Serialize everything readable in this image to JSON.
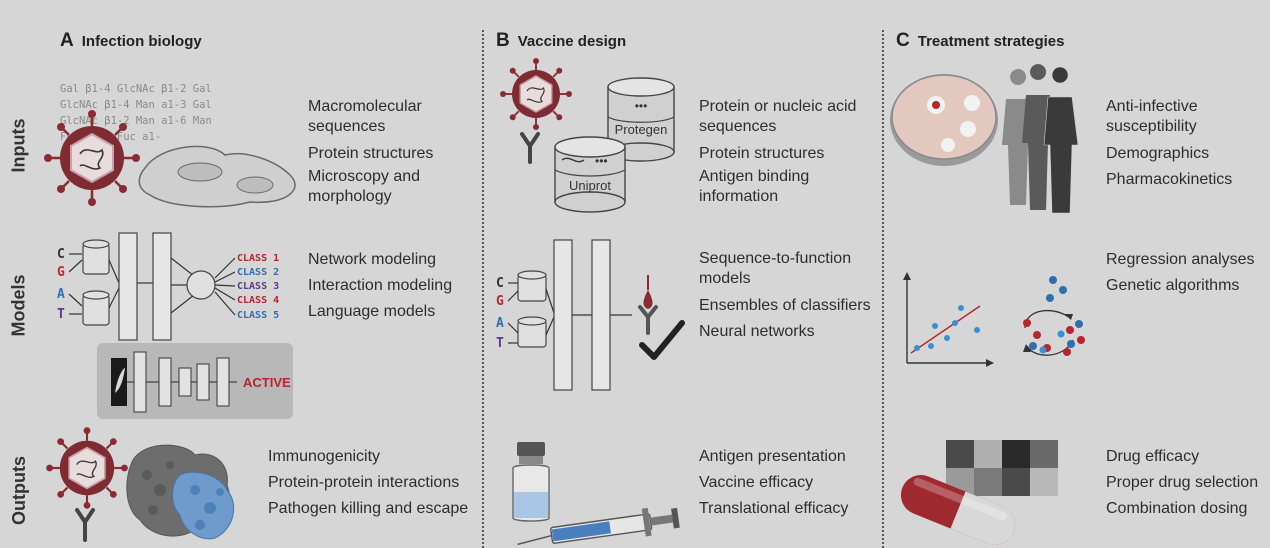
{
  "row_labels": [
    "Inputs",
    "Models",
    "Outputs"
  ],
  "columns": [
    {
      "letter": "A",
      "title": "Infection biology"
    },
    {
      "letter": "B",
      "title": "Vaccine design"
    },
    {
      "letter": "C",
      "title": "Treatment strategies"
    }
  ],
  "A": {
    "inputs": [
      "Macromolecular",
      "sequences",
      "Protein structures",
      "Microscopy and",
      "morphology"
    ],
    "models": [
      "Network modeling",
      "Interaction modeling",
      "Language models"
    ],
    "outputs": [
      "Immunogenicity",
      "Protein-protein interactions",
      "Pathogen killing and escape"
    ],
    "glycan_lines": [
      "Gal β1-4 GlcNAc β1-2 Gal",
      "GlcNAc β1-4 Man a1-3 Gal",
      "GlcNAc β1-2 Man a1-6 Man",
      "Fuc β1-4 Fuc a1-"
    ],
    "bases": [
      "C",
      "G",
      "A",
      "T"
    ],
    "classes": [
      "CLASS 1",
      "CLASS 2",
      "CLASS 3",
      "CLASS 4",
      "CLASS 5"
    ],
    "active_label": "ACTIVE"
  },
  "B": {
    "inputs": [
      "Protein or nucleic acid",
      "sequences",
      "Protein structures",
      "Antigen binding",
      "information"
    ],
    "models": [
      "Sequence-to-function",
      "models",
      "Ensembles of classifiers",
      "Neural networks"
    ],
    "outputs": [
      "Antigen presentation",
      "Vaccine efficacy",
      "Translational efficacy"
    ],
    "db_labels": [
      "Protegen",
      "Uniprot"
    ],
    "bases": [
      "C",
      "G",
      "A",
      "T"
    ]
  },
  "C": {
    "inputs": [
      "Anti-infective",
      "susceptibility",
      "Demographics",
      "Pharmacokinetics"
    ],
    "models": [
      "Regression analyses",
      "Genetic algorithms"
    ],
    "outputs": [
      "Drug efficacy",
      "Proper drug selection",
      "Combination dosing"
    ]
  },
  "colors": {
    "background": "#d6d6d6",
    "red": "#b5262e",
    "blue": "#2f6fb0",
    "purple": "#5a3a8a",
    "navy": "#1f3f7a"
  }
}
